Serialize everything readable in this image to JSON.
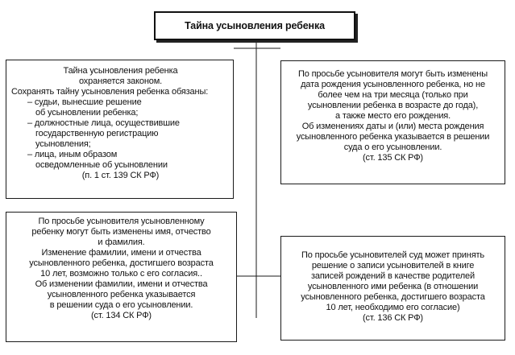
{
  "title": "Тайна усыновления ребенка",
  "box_top_left": {
    "lines": [
      "Тайна усыновления ребенка",
      "охраняется законом.",
      "Сохранять тайну усыновления ребенка обязаны:",
      "– судьи, вынесшие решение",
      "об усыновлении ребенка;",
      "– должностные лица, осуществившие",
      "государственную регистрацию",
      "усыновления;",
      "– лица, иным образом",
      "осведомленные об усыновлении",
      "(п. 1 ст. 139 СК РФ)"
    ]
  },
  "box_top_right": {
    "lines": [
      "По просьбе усыновителя могут быть изменены",
      "дата рождения усыновленного ребенка, но не",
      "более чем на три месяца (только при",
      "усыновлении ребенка в возрасте до года),",
      "а также место его рождения.",
      "Об изменениях даты и (или) места рождения",
      "усыновленного ребенка указывается в решении",
      "суда о его усыновлении.",
      "(ст. 135 СК РФ)"
    ]
  },
  "box_bottom_left": {
    "lines": [
      "По просьбе усыновителя усыновленному",
      "ребенку могут быть изменены имя, отчество",
      "и фамилия.",
      "Изменение фамилии, имени и отчества",
      "усыновленного ребенка, достигшего возраста",
      "10 лет, возможно только с его согласия..",
      "Об изменении фамилии, имени и отчества",
      "усыновленного ребенка указывается",
      "в решении суда о его усыновлении.",
      "(ст. 134 СК РФ)"
    ]
  },
  "box_bottom_right": {
    "lines": [
      "По просьбе усыновителей суд может принять",
      "решение о записи усыновителей в книге",
      "записей рождений в качестве родителей",
      "усыновленного ими ребенка (в отношении",
      "усыновленного ребенка, достигшего возраста",
      "10 лет, необходимо его согласие)",
      "(ст. 136 СК РФ)"
    ]
  }
}
